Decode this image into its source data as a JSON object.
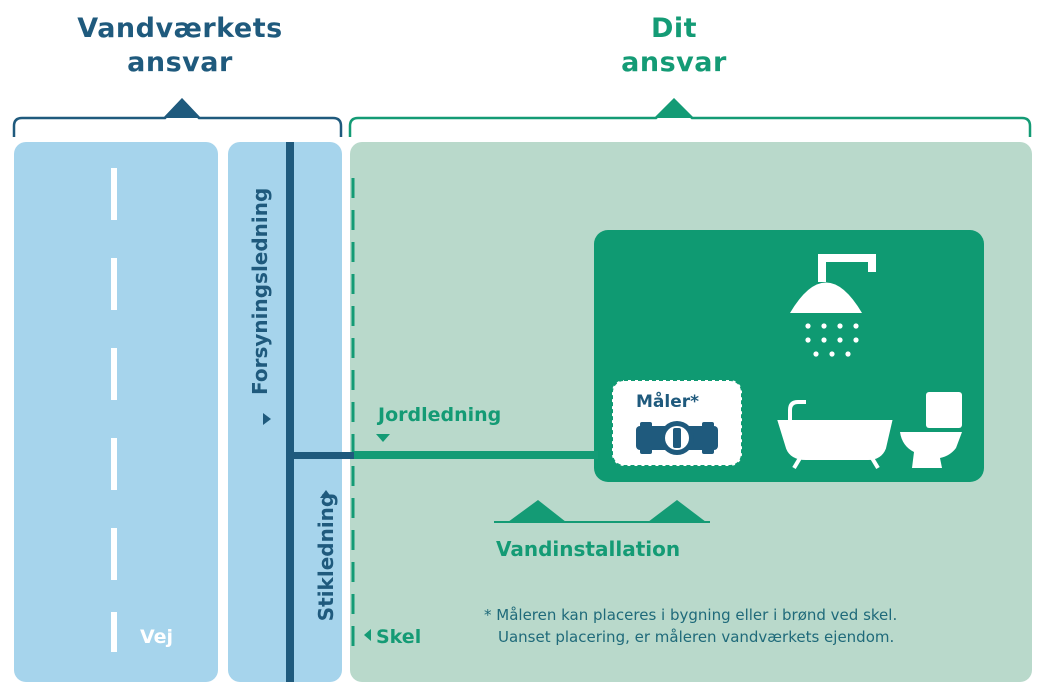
{
  "headers": {
    "left_line1": "Vandværkets",
    "left_line2": "ansvar",
    "right_line1": "Dit",
    "right_line2": "ansvar"
  },
  "labels": {
    "road": "Vej",
    "supply_pipe": "Forsyningsledning",
    "service_pipe": "Stikledning",
    "boundary": "Skel",
    "ground_pipe": "Jordledning",
    "installation": "Vandinstallation",
    "meter": "Måler*"
  },
  "note": {
    "line1": "* Måleren kan placeres i bygning eller i brønd ved skel.",
    "line2": "Uanset placering, er måleren vandværkets ejendom."
  },
  "icons": [
    "shower-icon",
    "bathtub-icon",
    "toilet-icon",
    "water-meter-icon"
  ],
  "colors": {
    "navy": "#1f5a7d",
    "light_blue": "#a6d4ec",
    "green": "#149b75",
    "light_green": "#b9d9cb",
    "dark_green": "#0f9a72"
  }
}
